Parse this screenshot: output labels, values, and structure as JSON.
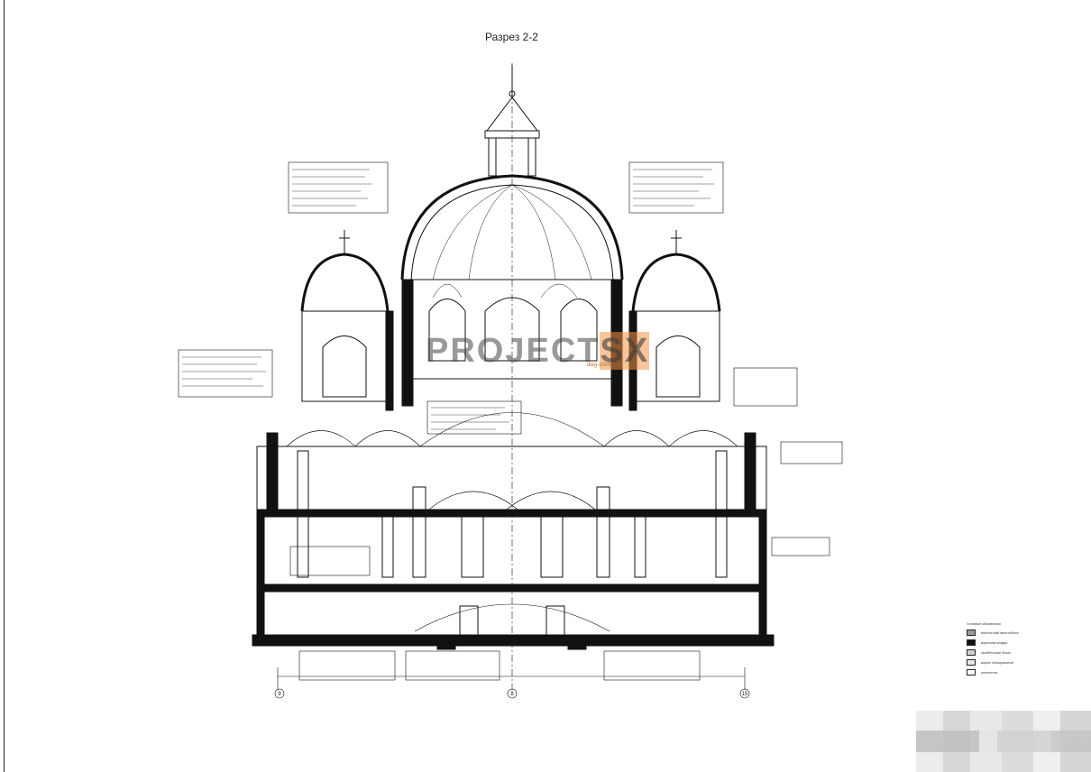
{
  "drawing": {
    "title": "Разрез 2-2",
    "watermark": {
      "part1": "PROJECT",
      "part2": "SX",
      "sub": "dwg-1009"
    },
    "axes": [
      "9",
      "8",
      "15"
    ]
  },
  "legend": {
    "title": "Условные обозначения",
    "items": [
      {
        "label": "монолитный железобетон",
        "fill": "#9a9a9a"
      },
      {
        "label": "кирпичная кладка",
        "fill": "#111111"
      },
      {
        "label": "газобетонные блоки",
        "fill": "#cfcfcf"
      },
      {
        "label": "кирпич облицовочный",
        "fill": "#e6e6e6"
      },
      {
        "label": "утеплитель",
        "fill": "#ffffff"
      }
    ]
  },
  "colors": {
    "line": "#111111",
    "accent": "#f39a4a"
  }
}
